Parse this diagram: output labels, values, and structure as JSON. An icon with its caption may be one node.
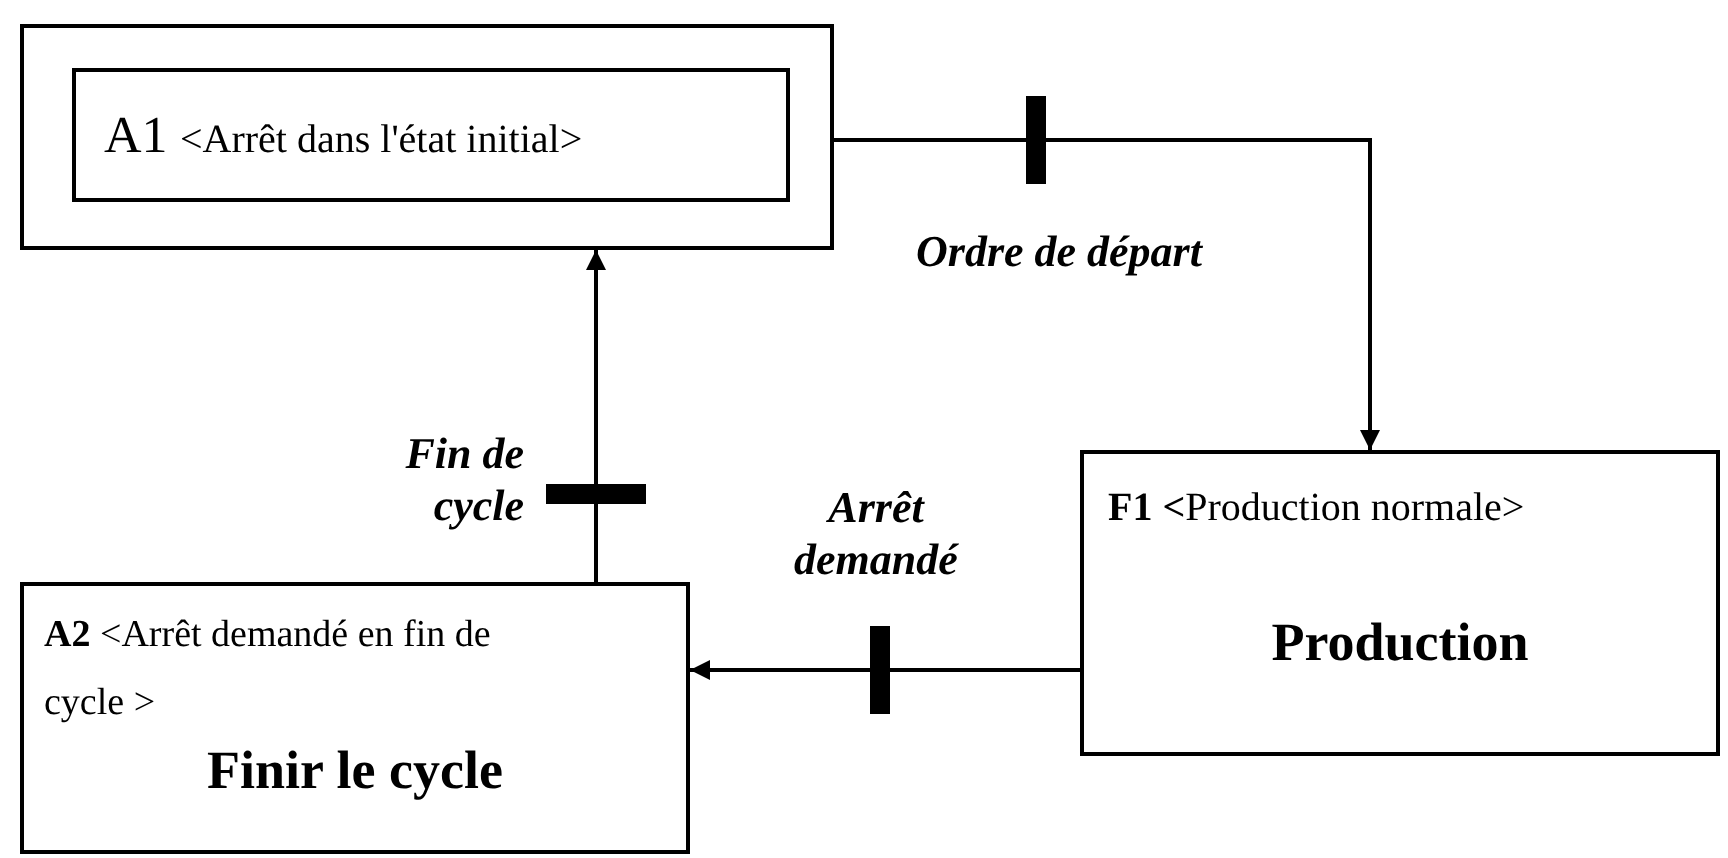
{
  "diagram": {
    "nodes": [
      {
        "text": [],
        "shape": "box"
      },
      {
        "text": [
          "A1",
          "<Arrêt dans l'état initial>"
        ],
        "in": 0
      },
      {
        "text": [
          "**F1 <**Production normale>",
          "Production"
        ]
      },
      {
        "text": [
          "**A2** <Arrêt demandé en fin de cycle >",
          "Finir le cycle"
        ]
      }
    ],
    "edges": [
      {
        "from": 0,
        "to": 2,
        "arrow": "to",
        "label": "Ordre de départ"
      },
      {
        "from": 2,
        "to": 3,
        "arrow": "to",
        "label": "Arrêt demandé"
      },
      {
        "from": 3,
        "to": 0,
        "arrow": "to",
        "label": "Fin de cycle"
      }
    ]
  }
}
